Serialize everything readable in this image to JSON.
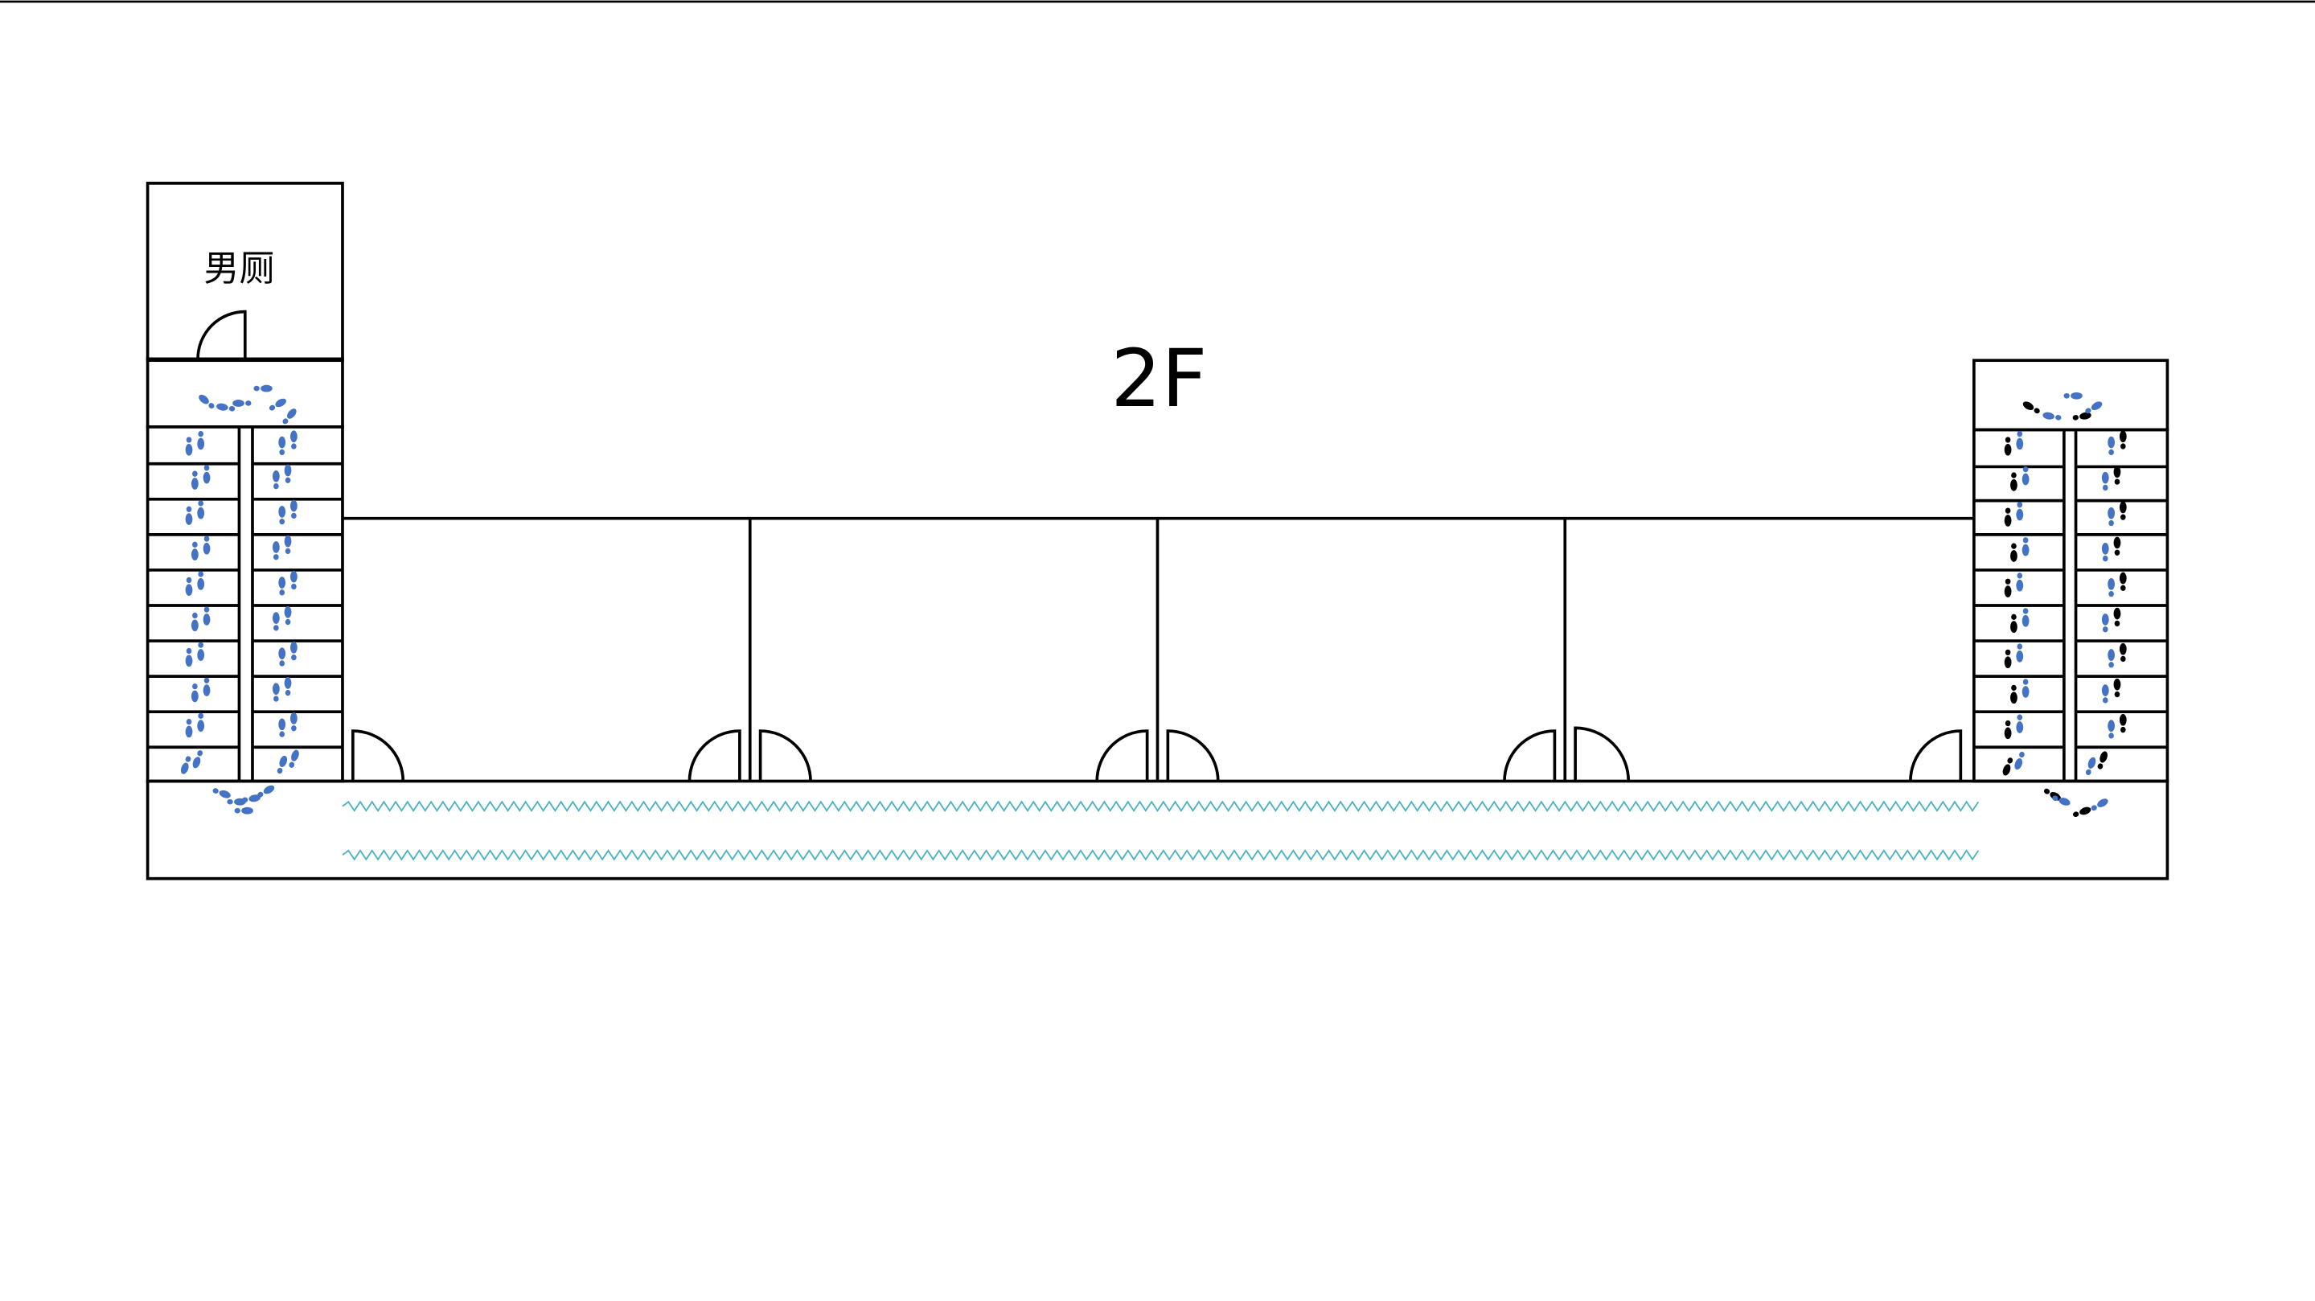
{
  "floor_label": "2F",
  "room_label": "男厕",
  "colors": {
    "wall": "#000000",
    "footprint_blue": "#4472c4",
    "footprint_black": "#000000",
    "corridor_wave": "#4bb2c5"
  },
  "rooms": [
    {
      "name": "classroom-1"
    },
    {
      "name": "classroom-2"
    },
    {
      "name": "classroom-3"
    },
    {
      "name": "classroom-4"
    }
  ],
  "stairs": [
    {
      "name": "left-stair",
      "footprint_color": "footprint_blue"
    },
    {
      "name": "right-stair",
      "footprint_color": "mixed"
    }
  ]
}
